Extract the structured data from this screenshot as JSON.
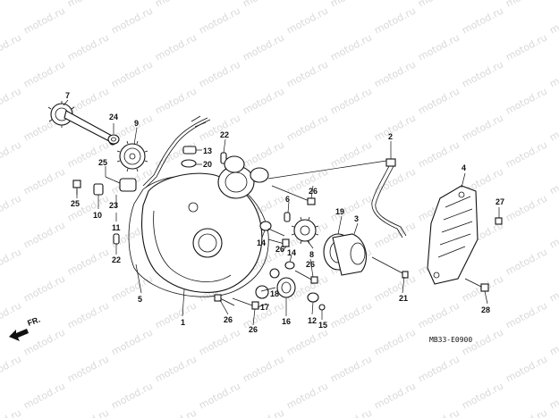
{
  "watermark": "motod.ru",
  "diagram_code": "MB33-E0900",
  "direction_label": "FR.",
  "callouts": [
    {
      "id": "c1",
      "text": "1"
    },
    {
      "id": "c2",
      "text": "2"
    },
    {
      "id": "c3",
      "text": "3"
    },
    {
      "id": "c4",
      "text": "4"
    },
    {
      "id": "c5",
      "text": "5"
    },
    {
      "id": "c6",
      "text": "6"
    },
    {
      "id": "c7",
      "text": "7"
    },
    {
      "id": "c8",
      "text": "8"
    },
    {
      "id": "c9",
      "text": "9"
    },
    {
      "id": "c10",
      "text": "10"
    },
    {
      "id": "c11",
      "text": "11"
    },
    {
      "id": "c12",
      "text": "12"
    },
    {
      "id": "c13",
      "text": "13"
    },
    {
      "id": "c14a",
      "text": "14"
    },
    {
      "id": "c14b",
      "text": "14"
    },
    {
      "id": "c15",
      "text": "15"
    },
    {
      "id": "c16",
      "text": "16"
    },
    {
      "id": "c17",
      "text": "17"
    },
    {
      "id": "c18",
      "text": "18"
    },
    {
      "id": "c19",
      "text": "19"
    },
    {
      "id": "c20",
      "text": "20"
    },
    {
      "id": "c21",
      "text": "21"
    },
    {
      "id": "c22a",
      "text": "22"
    },
    {
      "id": "c22b",
      "text": "22"
    },
    {
      "id": "c23",
      "text": "23"
    },
    {
      "id": "c24",
      "text": "24"
    },
    {
      "id": "c25a",
      "text": "25"
    },
    {
      "id": "c25b",
      "text": "25"
    },
    {
      "id": "c26a",
      "text": "26"
    },
    {
      "id": "c26b",
      "text": "26"
    },
    {
      "id": "c26c",
      "text": "26"
    },
    {
      "id": "c26d",
      "text": "26"
    },
    {
      "id": "c26e",
      "text": "26"
    },
    {
      "id": "c27",
      "text": "27"
    },
    {
      "id": "c28",
      "text": "28"
    }
  ]
}
